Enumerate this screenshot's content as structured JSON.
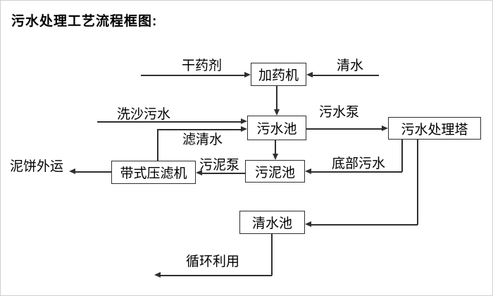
{
  "title": "污水处理工艺流程框图:",
  "diagram": {
    "nodes": {
      "dosing_machine": "加药机",
      "sewage_pool": "污水池",
      "treatment_tower": "污水处理塔",
      "sludge_pool": "污泥池",
      "belt_filter_press": "带式压滤机",
      "clean_water_pool": "清水池"
    },
    "flow_labels": {
      "dry_chemical": "干药剂",
      "clean_water": "清水",
      "sand_washing_sewage": "洗沙污水",
      "filtered_water": "滤清水",
      "sewage_pump": "污水泵",
      "bottom_sewage": "底部污水",
      "sludge_pump": "污泥泵",
      "mud_cake_out": "泥饼外运",
      "recycle": "循环利用"
    },
    "edges": [
      {
        "from": "dry_chemical",
        "to": "dosing_machine"
      },
      {
        "from": "clean_water",
        "to": "dosing_machine"
      },
      {
        "from": "dosing_machine",
        "to": "sewage_pool"
      },
      {
        "from": "sand_washing_sewage",
        "to": "sewage_pool"
      },
      {
        "from": "belt_filter_press",
        "to": "sewage_pool",
        "label": "滤清水"
      },
      {
        "from": "sewage_pool",
        "to": "treatment_tower",
        "label": "污水泵"
      },
      {
        "from": "sewage_pool",
        "to": "sludge_pool"
      },
      {
        "from": "treatment_tower",
        "to": "sludge_pool",
        "label": "底部污水"
      },
      {
        "from": "sludge_pool",
        "to": "belt_filter_press",
        "label": "污泥泵"
      },
      {
        "from": "belt_filter_press",
        "to": "mud_cake_out"
      },
      {
        "from": "treatment_tower",
        "to": "clean_water_pool"
      },
      {
        "from": "clean_water_pool",
        "to": "recycle"
      }
    ],
    "colors": {
      "line": "#2f2f2f",
      "text": "#000000",
      "background": "#ffffff"
    }
  }
}
